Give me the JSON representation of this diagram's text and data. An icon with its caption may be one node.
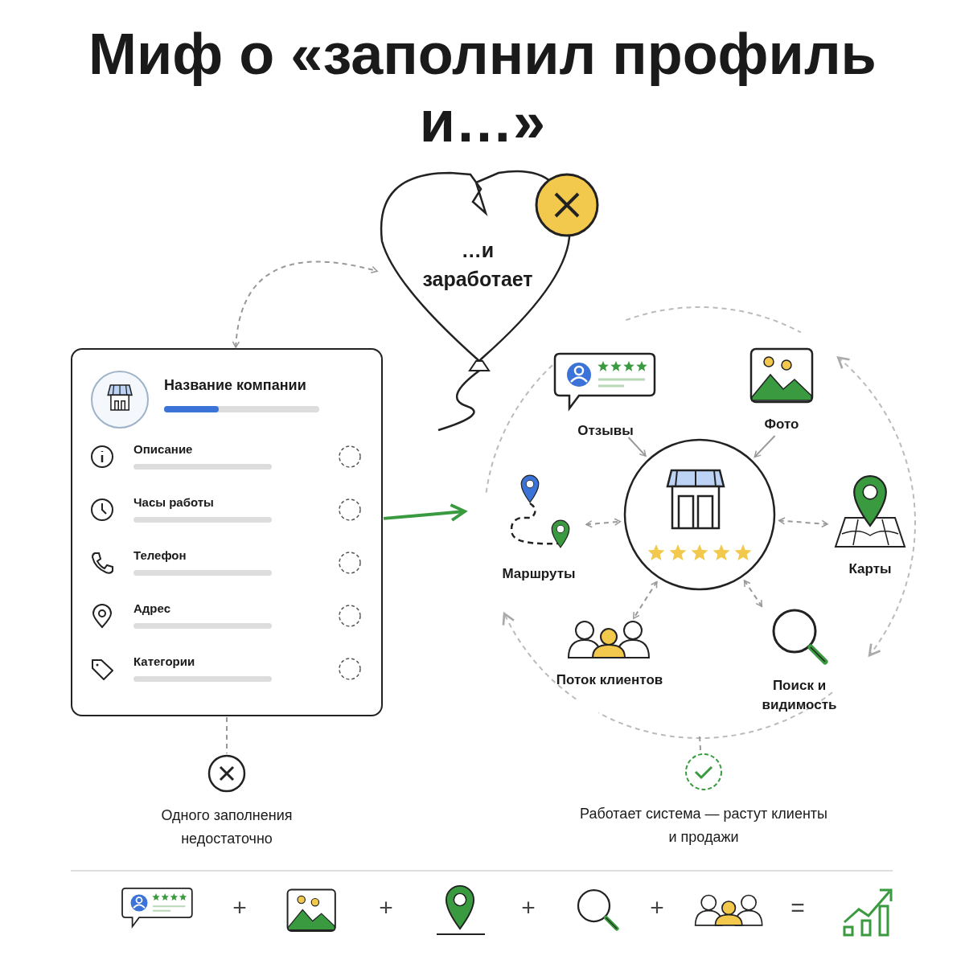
{
  "diagram": {
    "title": "Миф о «заполнил профиль и…»",
    "nodes": [
      {
        "text": [
          "…и заработает"
        ]
      },
      {
        "text": [
          "Название компании",
          "Описание",
          "Часы работы",
          "Телефон",
          "Адрес",
          "Категории"
        ]
      },
      {
        "text": [
          "Отзывы"
        ]
      },
      {
        "text": [
          "Фото"
        ]
      },
      {
        "text": [
          "Маршруты"
        ]
      },
      {
        "text": [],
        "shape": "circle"
      },
      {
        "text": [
          "Карты"
        ]
      },
      {
        "text": [
          "Поток клиентов"
        ]
      },
      {
        "text": [
          "Поиск и видимость"
        ]
      },
      {
        "text": [
          "Одного заполнения недостаточно"
        ]
      },
      {
        "text": [
          "Работает система — растут клиенты и продажи"
        ]
      }
    ],
    "edges": [
      {
        "from": 1,
        "to": 0,
        "arrow": "both",
        "style": "dashed"
      },
      {
        "from": 1,
        "to": null,
        "arrow": "to",
        "style": "thick",
        "color": "#3a9a3f"
      },
      {
        "from": 2,
        "to": 5,
        "arrow": "to"
      },
      {
        "from": 3,
        "to": 5,
        "arrow": "to"
      },
      {
        "from": 4,
        "to": 5,
        "arrow": "both",
        "style": "dashed"
      },
      {
        "from": 5,
        "to": 6,
        "arrow": "both",
        "style": "dashed"
      },
      {
        "from": 5,
        "to": 7,
        "arrow": "both",
        "style": "dashed"
      },
      {
        "from": 5,
        "to": 8,
        "arrow": "both",
        "style": "dashed"
      },
      {
        "from": 1,
        "to": 9,
        "arrow": "none",
        "style": "dashed"
      },
      {
        "from": null,
        "to": 10,
        "arrow": "none",
        "style": "dashed"
      }
    ],
    "labels": [
      "+",
      "+",
      "+",
      "+",
      "="
    ]
  }
}
